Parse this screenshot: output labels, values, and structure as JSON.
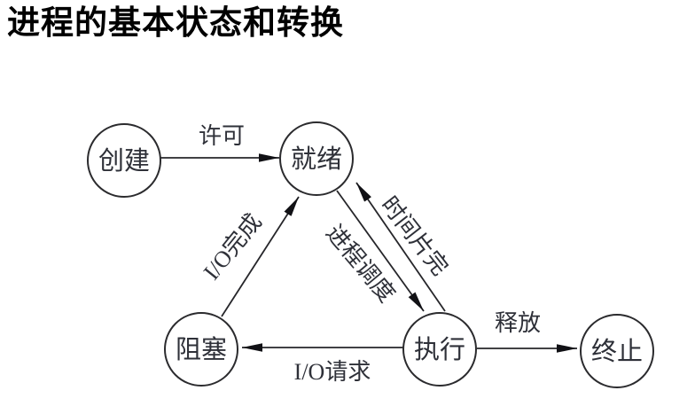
{
  "page": {
    "title": "进程的基本状态和转换"
  },
  "diagram": {
    "type": "state-transition-diagram",
    "nodes": [
      {
        "id": "create",
        "label": "创建"
      },
      {
        "id": "ready",
        "label": "就绪"
      },
      {
        "id": "blocked",
        "label": "阻塞"
      },
      {
        "id": "running",
        "label": "执行"
      },
      {
        "id": "terminated",
        "label": "终止"
      }
    ],
    "edges": [
      {
        "from": "create",
        "to": "ready",
        "label": "许可"
      },
      {
        "from": "blocked",
        "to": "ready",
        "label": "I/O完成"
      },
      {
        "from": "ready",
        "to": "running",
        "label": "进程调度"
      },
      {
        "from": "running",
        "to": "ready",
        "label": "时间片完"
      },
      {
        "from": "running",
        "to": "blocked",
        "label": "I/O请求"
      },
      {
        "from": "running",
        "to": "terminated",
        "label": "释放"
      }
    ],
    "colors": {
      "line": "#26262a",
      "node_fill": "#ffffff",
      "text": "#2e3038",
      "title": "#000000"
    }
  }
}
